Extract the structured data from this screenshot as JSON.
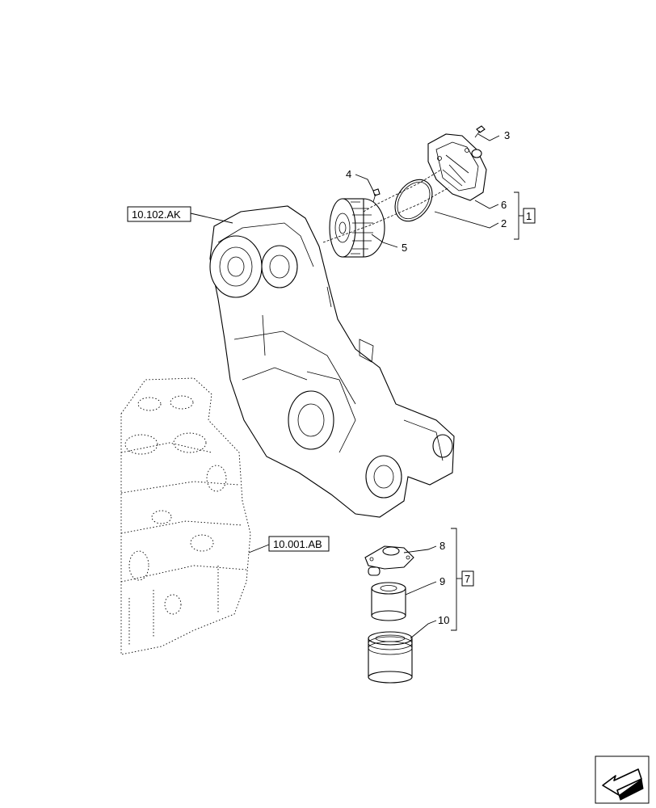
{
  "references": {
    "gear_cover": "10.102.AK",
    "engine_block": "10.001.AB"
  },
  "callouts": {
    "c1": "1",
    "c2": "2",
    "c3": "3",
    "c4": "4",
    "c5": "5",
    "c6": "6",
    "c7": "7",
    "c8": "8",
    "c9": "9",
    "c10": "10"
  },
  "icons": {
    "nav": "arrow-left-icon"
  }
}
